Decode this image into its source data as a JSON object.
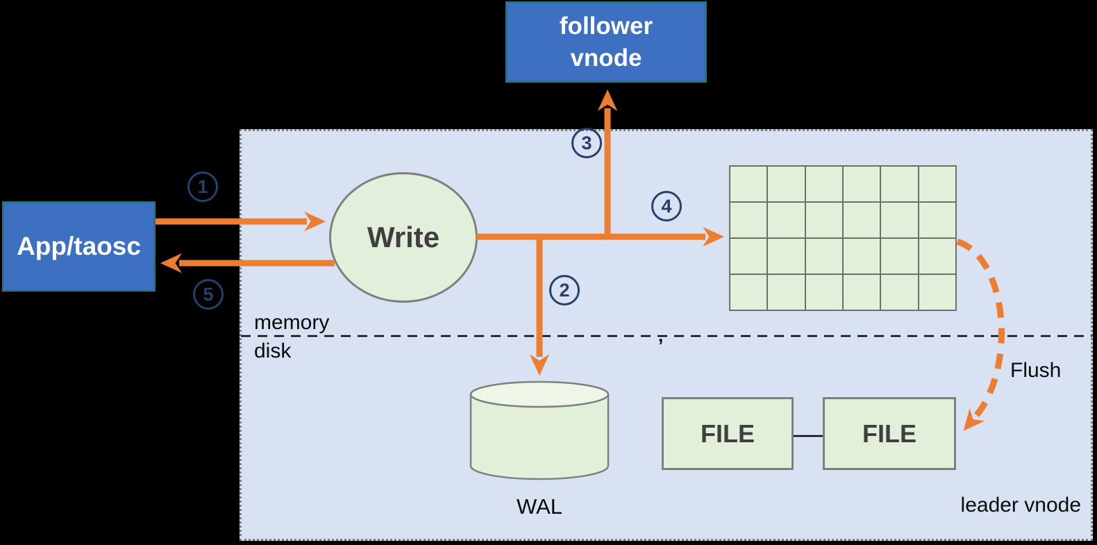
{
  "nodes": {
    "app": {
      "label": "App/taosc"
    },
    "follower": {
      "label_line1": "follower",
      "label_line2": "vnode"
    },
    "write": {
      "label": "Write"
    },
    "wal": {
      "label": "WAL"
    },
    "file1": {
      "label": "FILE"
    },
    "file2": {
      "label": "FILE"
    },
    "leader": {
      "label": "leader vnode"
    }
  },
  "labels": {
    "memory": "memory",
    "disk": "disk",
    "flush": "Flush",
    "stray_mark": ","
  },
  "steps": [
    {
      "id": "step-1",
      "label": "1"
    },
    {
      "id": "step-2",
      "label": "2"
    },
    {
      "id": "step-3",
      "label": "3"
    },
    {
      "id": "step-4",
      "label": "4"
    },
    {
      "id": "step-5",
      "label": "5"
    }
  ],
  "grid": {
    "rows": 4,
    "columns": 6
  },
  "colors": {
    "arrow_orange": "#ED7D31",
    "node_blue_fill": "#3E70C2",
    "node_blue_border": "#2B7187",
    "container_fill": "#D9E2F3",
    "container_border": "#7F7F7F",
    "green_fill": "#E2EFD9",
    "badge_navy": "#24406B",
    "background": "#000000",
    "dark_text": "#3F3F3F"
  }
}
